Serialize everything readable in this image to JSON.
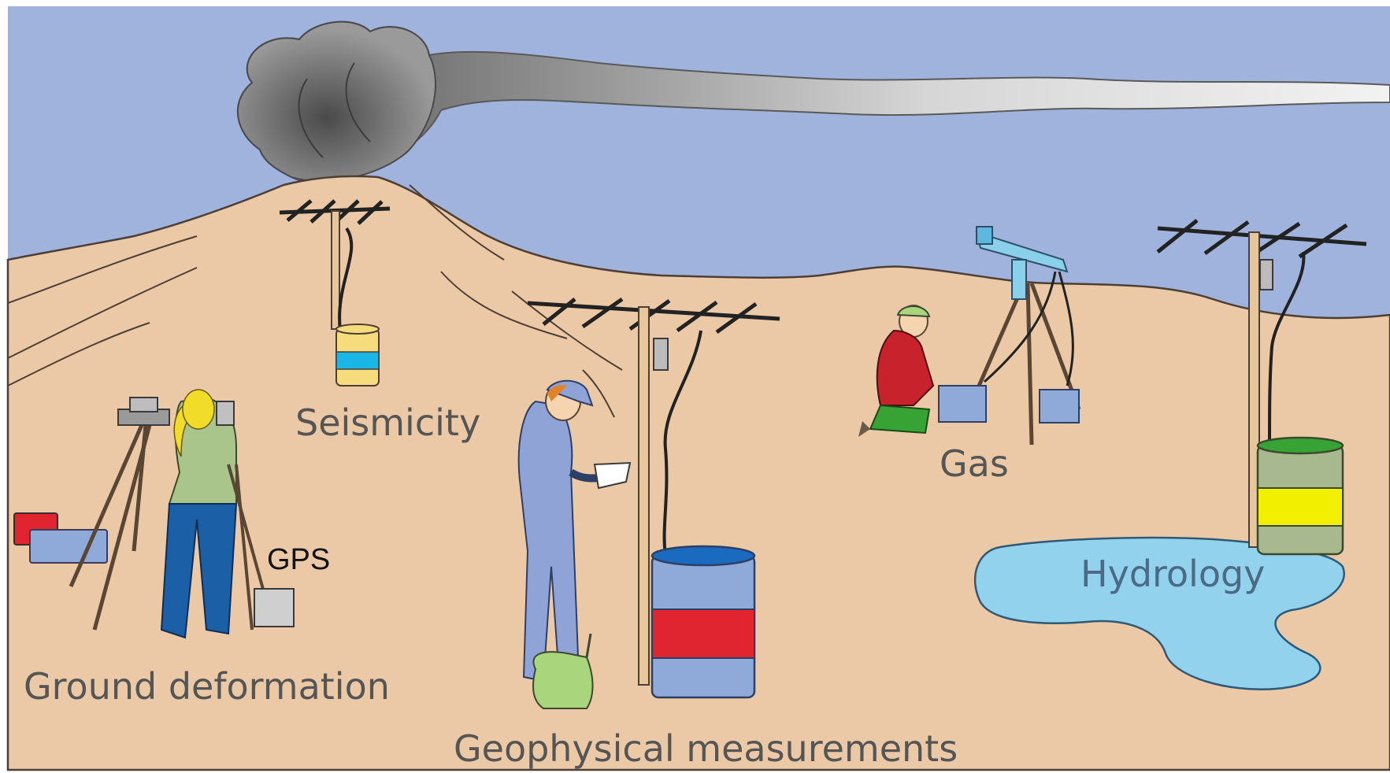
{
  "diagram": {
    "labels": {
      "seismicity": "Seismicity",
      "gas": "Gas",
      "hydrology": "Hydrology",
      "gps": "GPS",
      "ground_deformation": "Ground deformation",
      "geophysical_measurements": "Geophysical measurements"
    },
    "icons": {
      "volcano": "volcano-icon",
      "plume": "ash-plume-icon",
      "antenna": "antenna-icon",
      "barrel": "sensor-barrel-icon",
      "surveyor": "surveyor-icon",
      "tripod": "tripod-icon",
      "pond": "water-pond-icon"
    },
    "colors": {
      "sky": "#9fb3dd",
      "ground": "#ebc9a6",
      "ground_line": "#5a4a3e",
      "plume_dark": "#5d5d5d",
      "plume_light": "#d9d9d9",
      "water": "#93d2ec",
      "barrel_blue": "#8fa9d8",
      "barrel_red": "#e02430",
      "barrel_green": "#a8b88f",
      "barrel_yellow": "#f2ef00",
      "seismic_yellow": "#f6dc7c",
      "seismic_cyan": "#1ab6e6",
      "jacket_red": "#c8232c",
      "pants_green": "#38a335",
      "shirt_green": "#a9c58c",
      "jeans_blue": "#1b5fa6",
      "overall_blue": "#8fa3d6"
    }
  }
}
